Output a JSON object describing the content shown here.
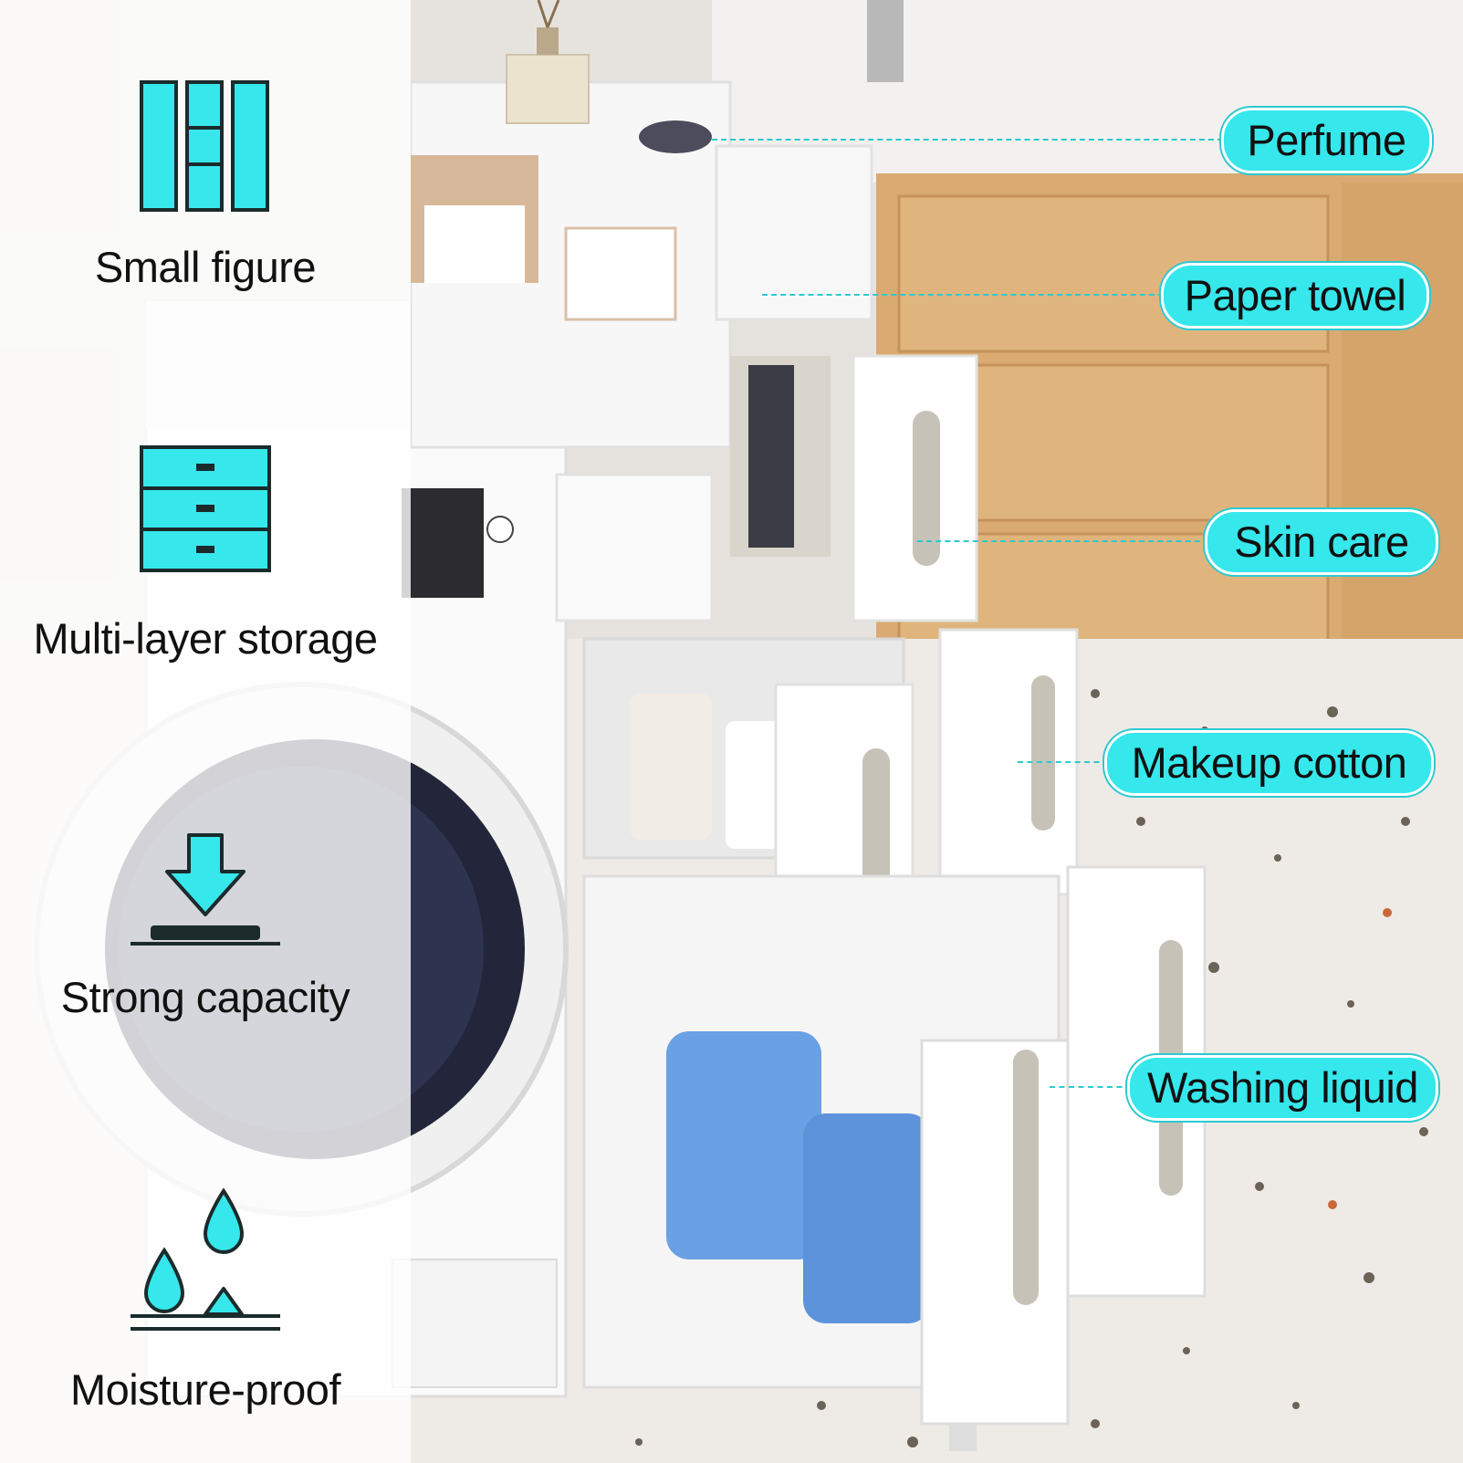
{
  "features": [
    {
      "icon": "compartment-icon",
      "label": "Small figure"
    },
    {
      "icon": "drawers-icon",
      "label": "Multi-layer storage"
    },
    {
      "icon": "down-arrow-weight-icon",
      "label": "Strong capacity"
    },
    {
      "icon": "water-drops-icon",
      "label": "Moisture-proof"
    }
  ],
  "callouts": [
    {
      "label": "Perfume"
    },
    {
      "label": "Paper towel"
    },
    {
      "label": "Skin care"
    },
    {
      "label": "Makeup cotton"
    },
    {
      "label": "Washing liquid"
    }
  ],
  "colors": {
    "accent": "#36e7ec",
    "accent_dark": "#2cc9cf",
    "text": "#111111"
  }
}
